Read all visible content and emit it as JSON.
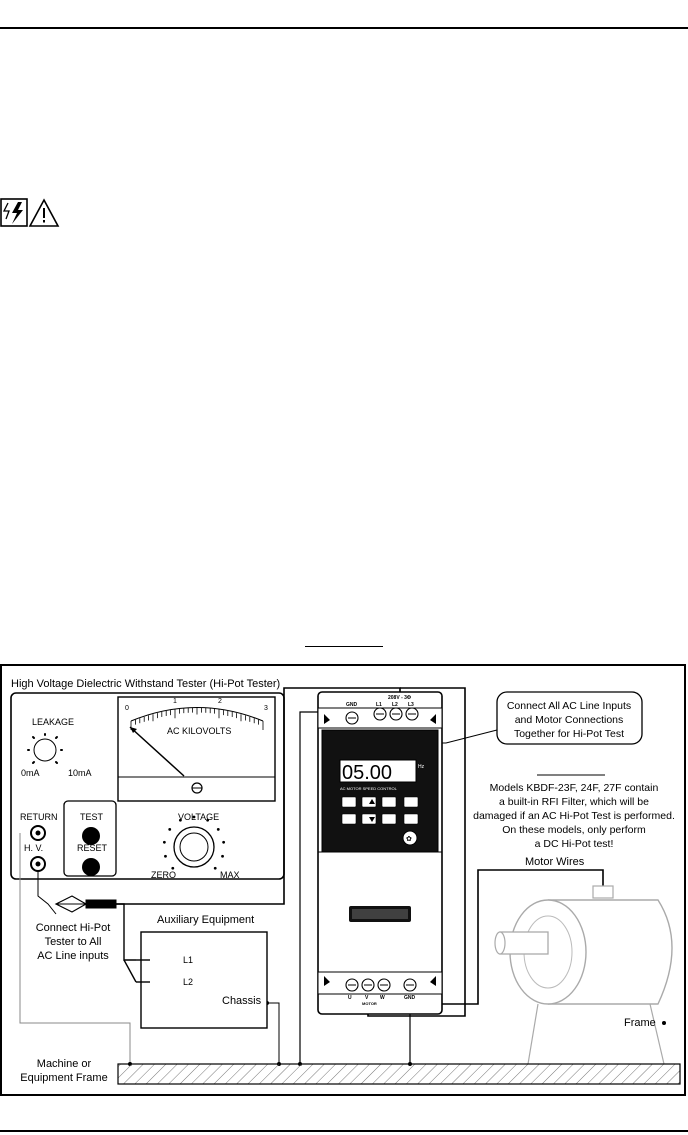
{
  "figure": {
    "tester": {
      "title": "High Voltage Dielectric Withstand Tester (Hi-Pot Tester)",
      "leakage_label": "LEAKAGE",
      "leakage_min": "0mA",
      "leakage_max": "10mA",
      "meter_scale": [
        "0",
        "1",
        "2",
        "3"
      ],
      "meter_label": "AC KILOVOLTS",
      "voltage_label": "VOLTAGE",
      "zero_label": "ZERO",
      "max_label": "MAX",
      "test_label": "TEST",
      "reset_label": "RESET",
      "return_label": "RETURN",
      "hv_label": "H. V."
    },
    "drive": {
      "gnd_top": "GND",
      "line_header": "208V - 3Φ",
      "line_terminals": [
        "L1",
        "L2",
        "L3"
      ],
      "display_value": "05.00",
      "display_unit": "Hz",
      "panel_caption": "AC MOTOR SPEED CONTROL",
      "motor_terminals": [
        "U",
        "V",
        "W"
      ],
      "motor_caption": "MOTOR",
      "gnd_bottom": "GND"
    },
    "callout_top": [
      "Connect All AC Line Inputs",
      "and Motor Connections",
      "Together for Hi-Pot Test"
    ],
    "note": [
      "Models KBDF-23F, 24F, 27F contain",
      "a built-in RFI Filter, which will be",
      "damaged if an AC Hi-Pot Test is performed.",
      "On these models, only perform",
      "a DC Hi-Pot test!"
    ],
    "connect_label": [
      "Connect Hi-Pot",
      "Tester to All",
      "AC Line inputs"
    ],
    "aux": {
      "title": "Auxiliary Equipment",
      "l1": "L1",
      "l2": "L2",
      "chassis": "Chassis"
    },
    "motor_wires": "Motor Wires",
    "frame_label": "Frame",
    "machine_label": [
      "Machine or",
      "Equipment Frame"
    ]
  }
}
